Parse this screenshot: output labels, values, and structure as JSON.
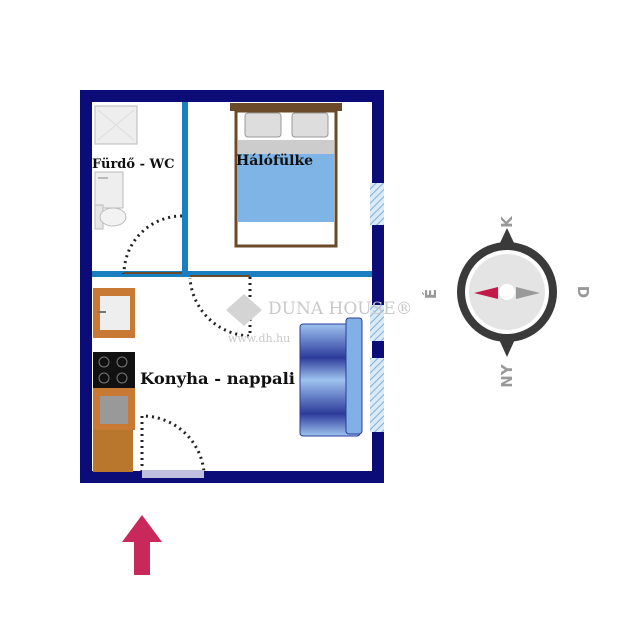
{
  "rooms": {
    "bathroom": "Fürdő - WC",
    "bedroom": "Hálófülke",
    "living": "Konyha - nappali"
  },
  "watermark": {
    "brand": "DUNA HOUSE®",
    "url": "www.dh.hu"
  },
  "compass": {
    "north": "K",
    "east": "D",
    "south": "NY",
    "west": "É"
  },
  "colors": {
    "wall": "#0c0c78",
    "partition": "#1a7fc0",
    "arrow": "#c8285a",
    "bed": "#7fb5e6",
    "wood": "#b9772e"
  }
}
